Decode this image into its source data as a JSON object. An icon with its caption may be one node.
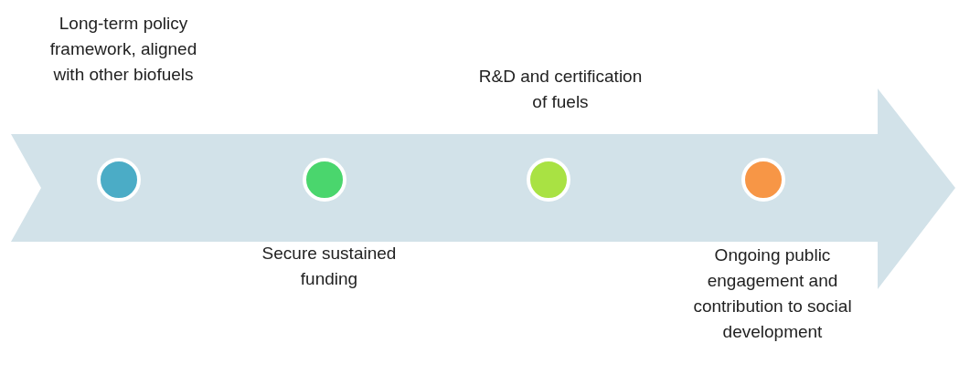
{
  "diagram": {
    "nodes": [
      {
        "text": [],
        "shape": "arrow"
      },
      {
        "text": [],
        "shape": "circle",
        "in": 0
      },
      {
        "text": [],
        "shape": "circle",
        "in": 0
      },
      {
        "text": [],
        "shape": "circle",
        "in": 0
      },
      {
        "text": [],
        "shape": "circle",
        "in": 0
      }
    ],
    "labels": [
      "Long-term policy framework, aligned with other biofuels",
      "R&D and certification of fuels",
      "Secure sustained funding",
      "Ongoing public engagement and contribution to social development"
    ]
  }
}
